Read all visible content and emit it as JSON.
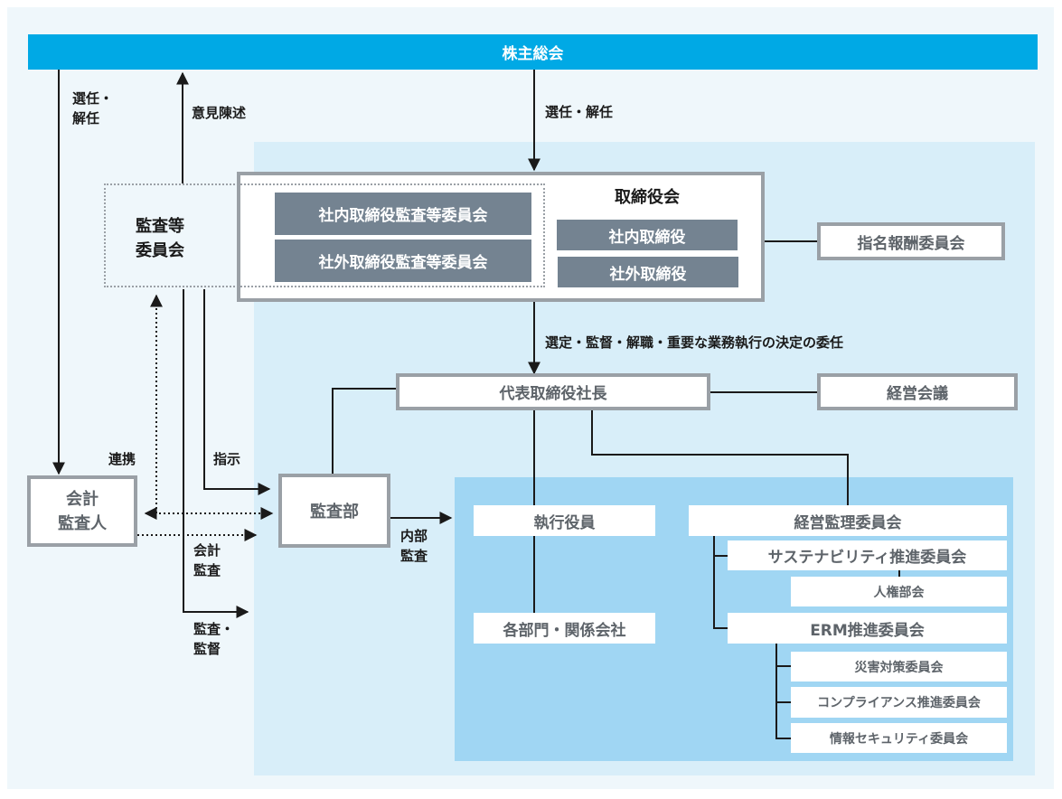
{
  "colors": {
    "shareholders_bar": "#00a9e5",
    "outer_bg": "#eff7fb",
    "inner_panel": "#d8eef9",
    "exec_panel": "#a0d6f3",
    "box_border": "#9aa0a6",
    "slate_box": "#748391",
    "line": "#1a1a1a"
  },
  "nodes": {
    "shareholders_meeting": "株主総会",
    "audit_committee": "監査等\n委員会",
    "internal_audit_directors": "社内取締役監査等委員会",
    "external_audit_directors": "社外取締役監査等委員会",
    "board_title": "取締役会",
    "internal_directors": "社内取締役",
    "external_directors": "社外取締役",
    "nomination_compensation_committee": "指名報酬委員会",
    "president": "代表取締役社長",
    "management_meeting": "経営会議",
    "auditor": "会計\n監査人",
    "audit_department": "監査部",
    "executive_officers": "執行役員",
    "departments_affiliates": "各部門・関係会社",
    "management_supervision_committee": "経営監理委員会",
    "sustainability_committee": "サステナビリティ推進委員会",
    "human_rights_subcommittee": "人権部会",
    "erm_committee": "ERM推進委員会",
    "disaster_committee": "災害対策委員会",
    "compliance_committee": "コンプライアンス推進委員会",
    "info_security_committee": "情報セキュリティ委員会"
  },
  "edge_labels": {
    "elect_dismiss_auditor": "選任・\n解任",
    "opinion_statement": "意見陳述",
    "elect_dismiss_board": "選任・解任",
    "delegation": "選定・監督・解職・重要な業務執行の決定の委任",
    "cooperation": "連携",
    "instruction": "指示",
    "accounting_audit": "会計\n監査",
    "internal_audit": "内部\n監査",
    "audit_supervision": "監査・\n監督"
  }
}
